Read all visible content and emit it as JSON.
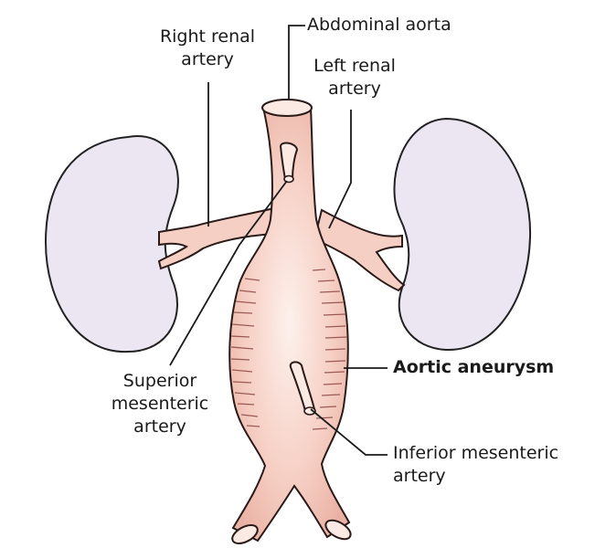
{
  "labels": {
    "abdominal_aorta": "Abdominal aorta",
    "right_renal_artery": {
      "line1": "Right renal",
      "line2": "artery"
    },
    "left_renal_artery": {
      "line1": "Left renal",
      "line2": "artery"
    },
    "superior_mesenteric_artery": {
      "line1": "Superior",
      "line2": "mesenteric",
      "line3": "artery"
    },
    "aortic_aneurysm": "Aortic aneurysm",
    "inferior_mesenteric_artery": {
      "line1": "Inferior mesenteric",
      "line2": "artery"
    }
  },
  "colors": {
    "kidney_fill": "#ebe6f2",
    "kidney_outline": "#222222",
    "artery_fill": "#f6cfc4",
    "artery_highlight": "#fbe9e3",
    "artery_outline": "#2a1a18",
    "aneurysm_hatch": "#9a5a55",
    "leader_line": "#1a1a1a"
  }
}
